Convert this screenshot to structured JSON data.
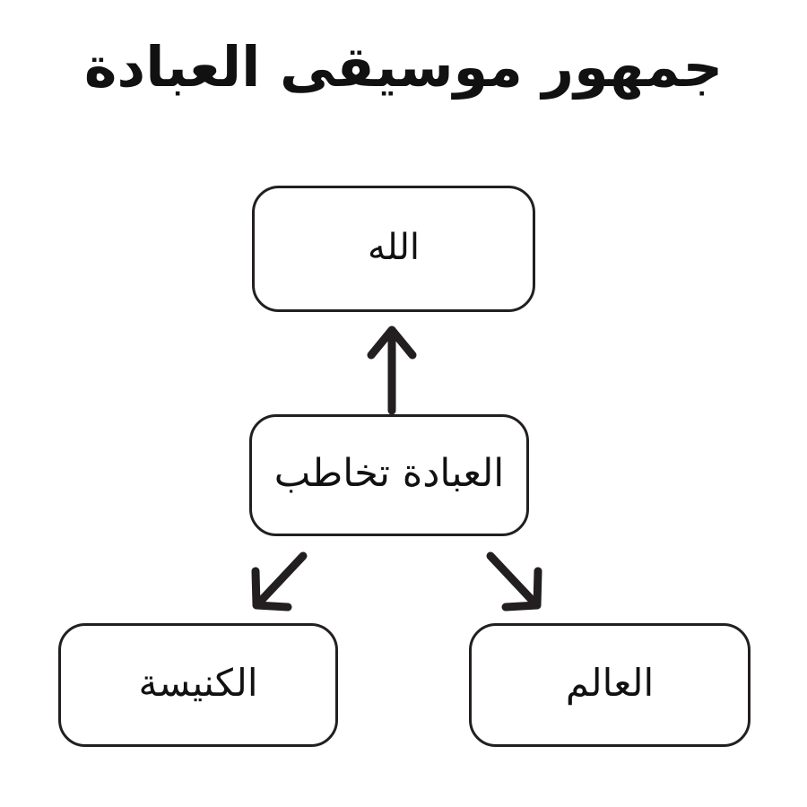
{
  "diagram": {
    "title": "جمهور موسيقى العبادة",
    "language": "ar",
    "background_color": "#ffffff",
    "stroke_color": "#231f20",
    "text_color": "#111111",
    "nodes": [
      {
        "id": "god",
        "label": "الله",
        "translation_hint": "God",
        "position": "top-center"
      },
      {
        "id": "worship",
        "label": "العبادة تخاطب",
        "translation_hint": "Worship addresses",
        "position": "middle-center"
      },
      {
        "id": "church",
        "label": "الكنيسة",
        "translation_hint": "The Church",
        "position": "bottom-left"
      },
      {
        "id": "world",
        "label": "العالم",
        "translation_hint": "The World",
        "position": "bottom-right"
      }
    ],
    "connectors": [
      {
        "id": "worship-to-god",
        "from": "worship",
        "to": "god",
        "direction": "up",
        "style": "solid-arrow"
      },
      {
        "id": "worship-to-church",
        "from": "worship",
        "to": "church",
        "direction": "down-left",
        "style": "solid-arrow"
      },
      {
        "id": "worship-to-world",
        "from": "worship",
        "to": "world",
        "direction": "down-right",
        "style": "solid-arrow"
      }
    ]
  }
}
